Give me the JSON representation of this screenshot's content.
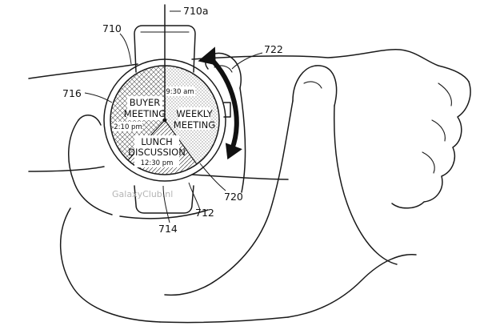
{
  "refs": {
    "needle": "710a",
    "watch": "710",
    "arrow": "722",
    "dial": "716",
    "segment_area": "720",
    "strap": "712",
    "lower_lead": "714"
  },
  "dial_events": {
    "buyer_line1": "BUYER",
    "buyer_line2": "MEETING",
    "buyer_time": "2:10 pm",
    "weekly_line1": "WEEKLY",
    "weekly_line2": "MEETING",
    "weekly_time": "9:30 am",
    "lunch_line1": "LUNCH",
    "lunch_line2": "DISCUSSION",
    "lunch_time": "12:30 pm"
  },
  "watermark": "GalaxyClub.nl"
}
